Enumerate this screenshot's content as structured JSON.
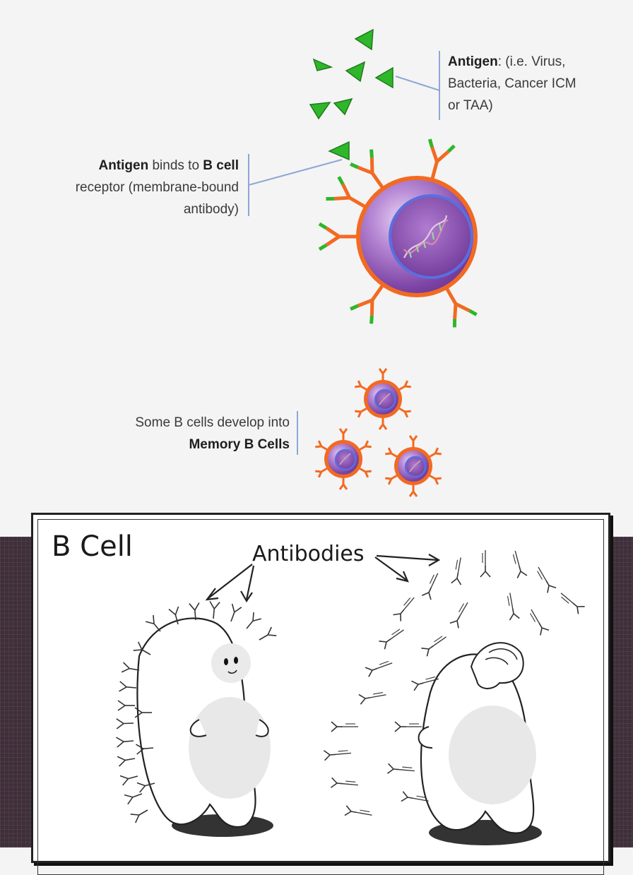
{
  "labels": {
    "antigen": {
      "bold": "Antigen",
      "rest_line1": ": (i.e. Virus,",
      "line2": "Bacteria, Cancer ICM",
      "line3": "or TAA)"
    },
    "binding": {
      "bold1": "Antigen",
      "mid": " binds to ",
      "bold2": "B cell",
      "line2": "receptor (membrane-bound",
      "line3": "antibody)"
    },
    "memory": {
      "line1": "Some B cells develop into",
      "bold": "Memory B Cells"
    }
  },
  "cartoon": {
    "title": "B Cell",
    "antibodies_label": "Antibodies"
  },
  "colors": {
    "antigen_green": "#2fb62a",
    "receptor_orange": "#f26a22",
    "cell_purple": "#8a4fb0",
    "nucleus_blue": "#5a6fe0",
    "callout_line": "#8fa6d6",
    "panel_bg": "#3f2f3a"
  }
}
